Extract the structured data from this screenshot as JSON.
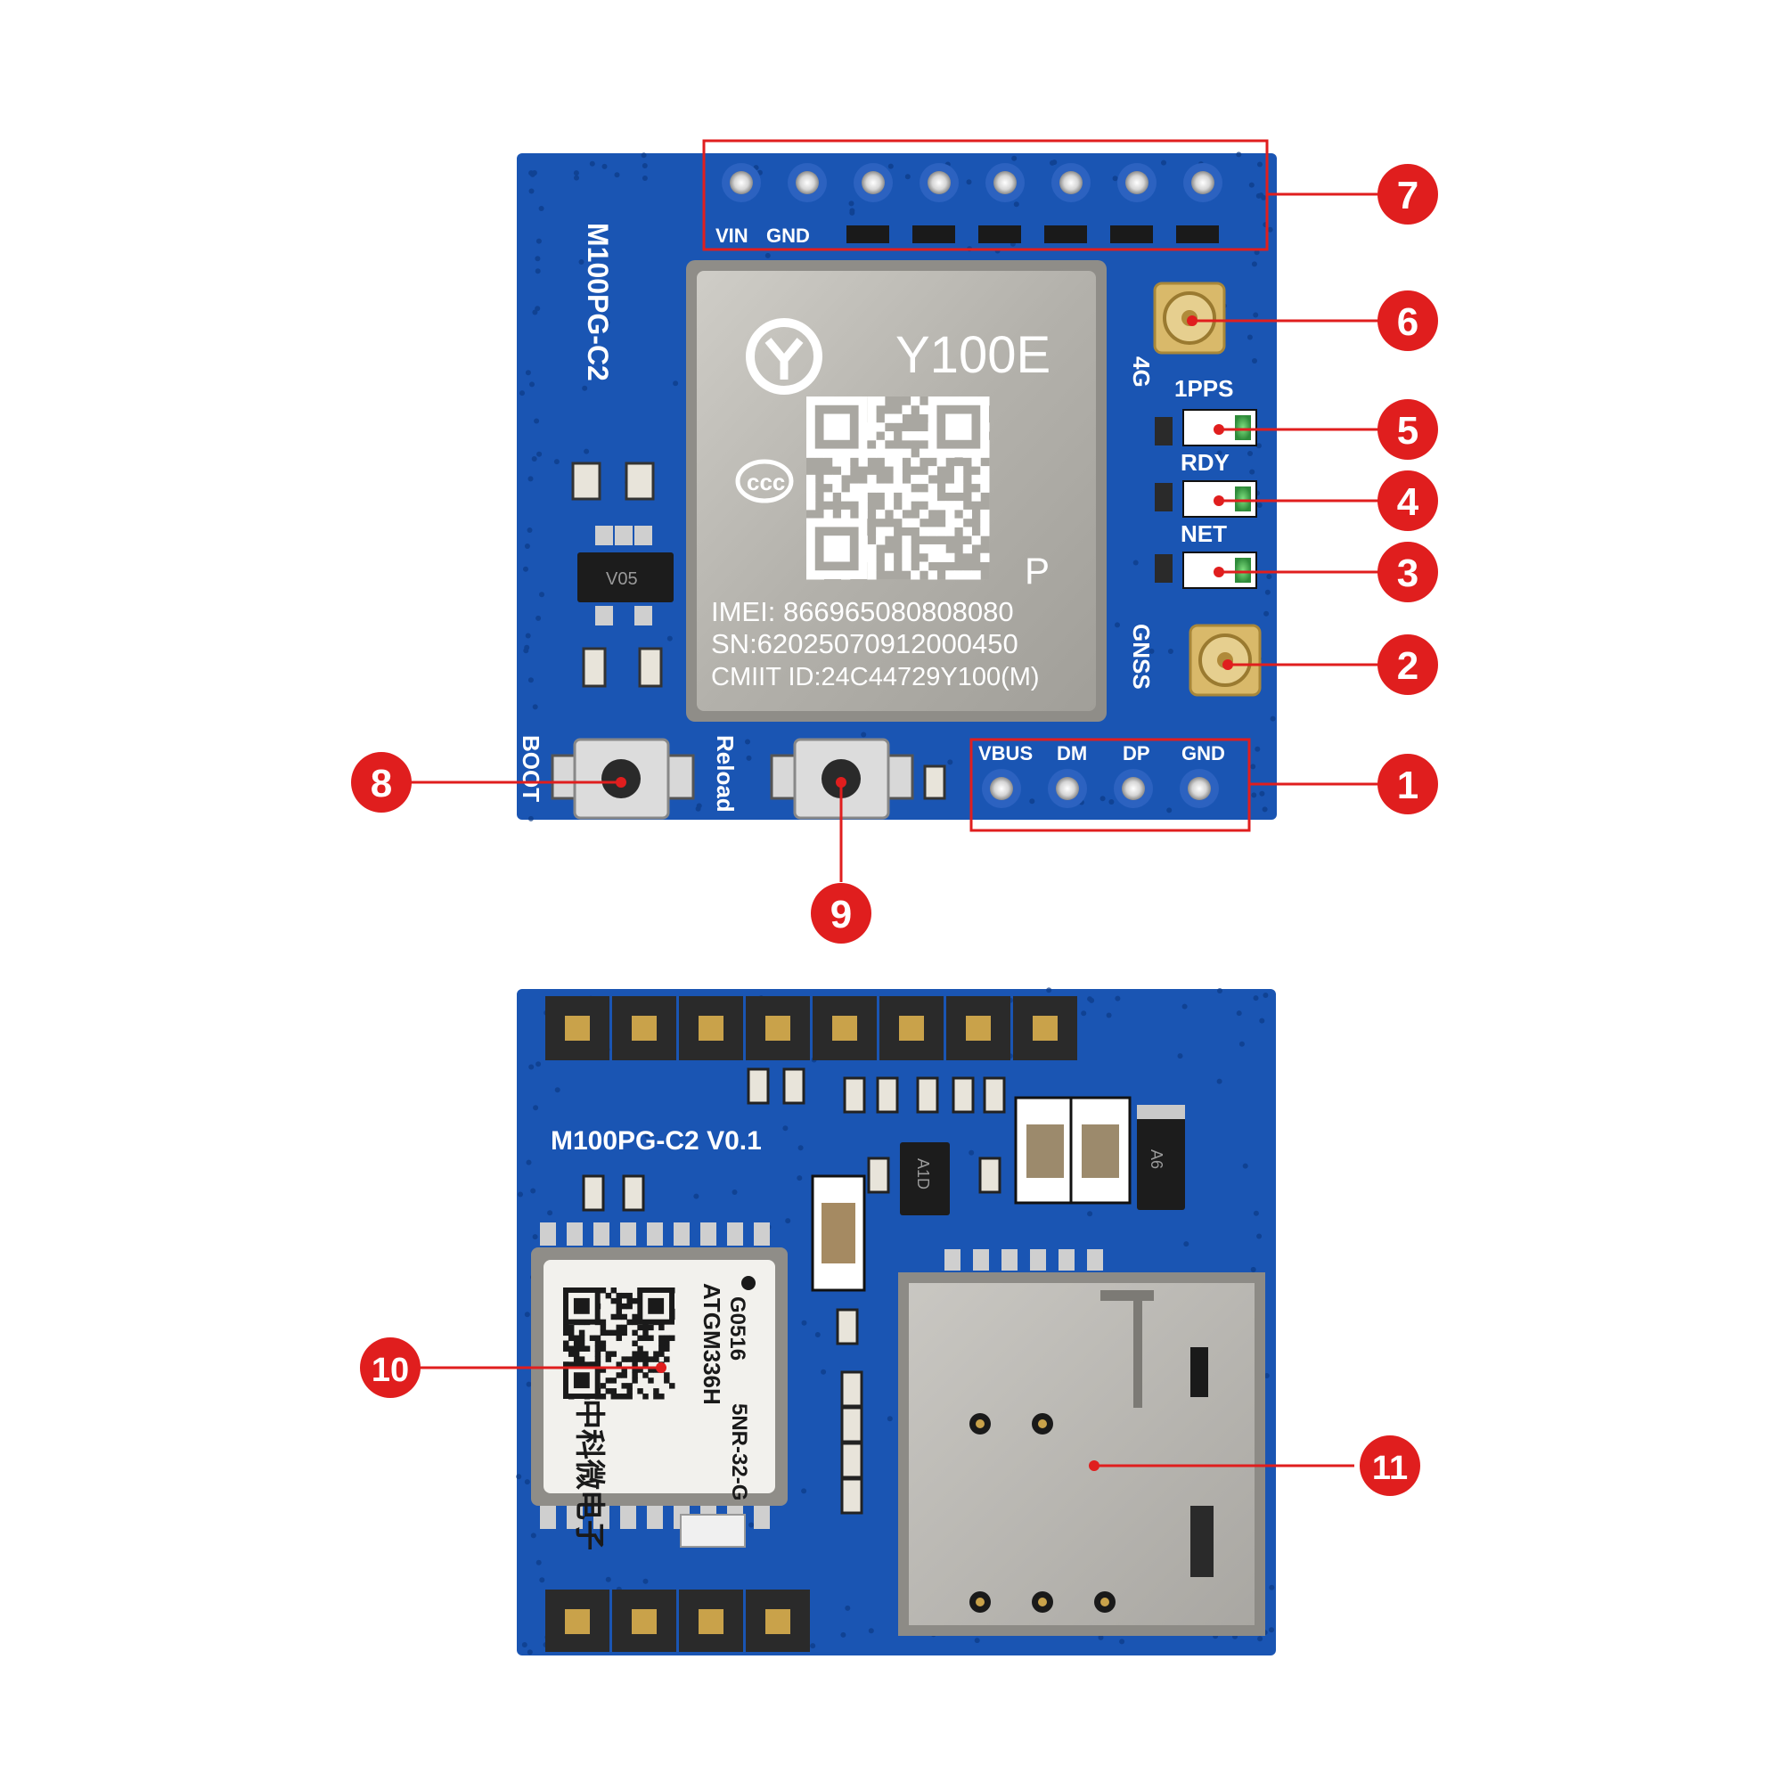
{
  "colors": {
    "pcb": "#1a55b3",
    "pcb_dark": "#0f3f8c",
    "callout": "#e01e1e",
    "metal": "#b8b6b0",
    "gold": "#c9a24a"
  },
  "front": {
    "board_name": "M100PG-C2",
    "module_brand": "Y100E",
    "module_p": "P",
    "imei": "IMEI: 866965080808080",
    "sn": "SN:62025070912000450",
    "cmiit": "CMIIT ID:24C44729Y100(M)",
    "regulator": "V05",
    "top_header_labels": [
      "VIN",
      "GND"
    ],
    "bottom_header_labels": [
      "VBUS",
      "DM",
      "DP",
      "GND"
    ],
    "antenna_4g": "4G",
    "antenna_gnss": "GNSS",
    "led_1pps": "1PPS",
    "led_rdy": "RDY",
    "led_net": "NET",
    "button_boot": "BOOT",
    "button_reload": "Reload"
  },
  "back": {
    "board_name": "M100PG-C2 V0.1",
    "gps_model": "ATGM336H",
    "gps_part": "5NR-32-G",
    "gps_code": "G0516",
    "gps_maker": "中科微电子",
    "regulator": "A1D",
    "diode": "A6"
  },
  "callouts": [
    "1",
    "2",
    "3",
    "4",
    "5",
    "6",
    "7",
    "8",
    "9",
    "10",
    "11"
  ]
}
